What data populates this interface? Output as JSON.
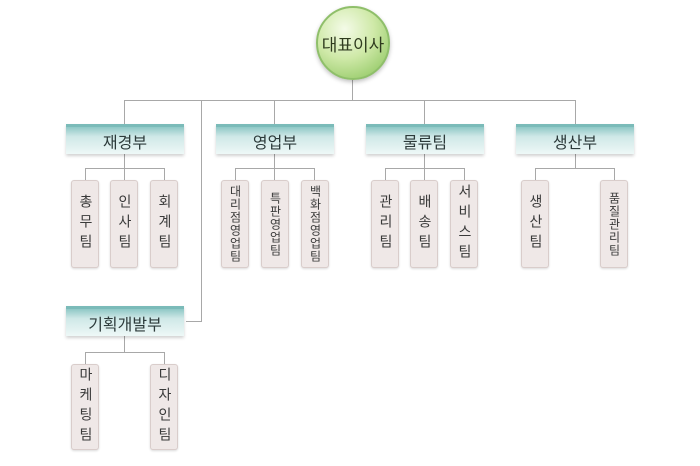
{
  "ceo": "대표이사",
  "departments": [
    {
      "name": "재경부",
      "teams": [
        "총무팀",
        "인사팀",
        "회계팀"
      ]
    },
    {
      "name": "영업부",
      "teams": [
        "대리점영업팀",
        "특판영업팀",
        "백화점영업팀"
      ]
    },
    {
      "name": "물류팀",
      "teams": [
        "관리팀",
        "배송팀",
        "서비스팀"
      ]
    },
    {
      "name": "생산부",
      "teams": [
        "생산팀",
        "품질관리팀"
      ]
    },
    {
      "name": "기획개발부",
      "teams": [
        "마케팅팀",
        "디자인팀"
      ]
    }
  ]
}
